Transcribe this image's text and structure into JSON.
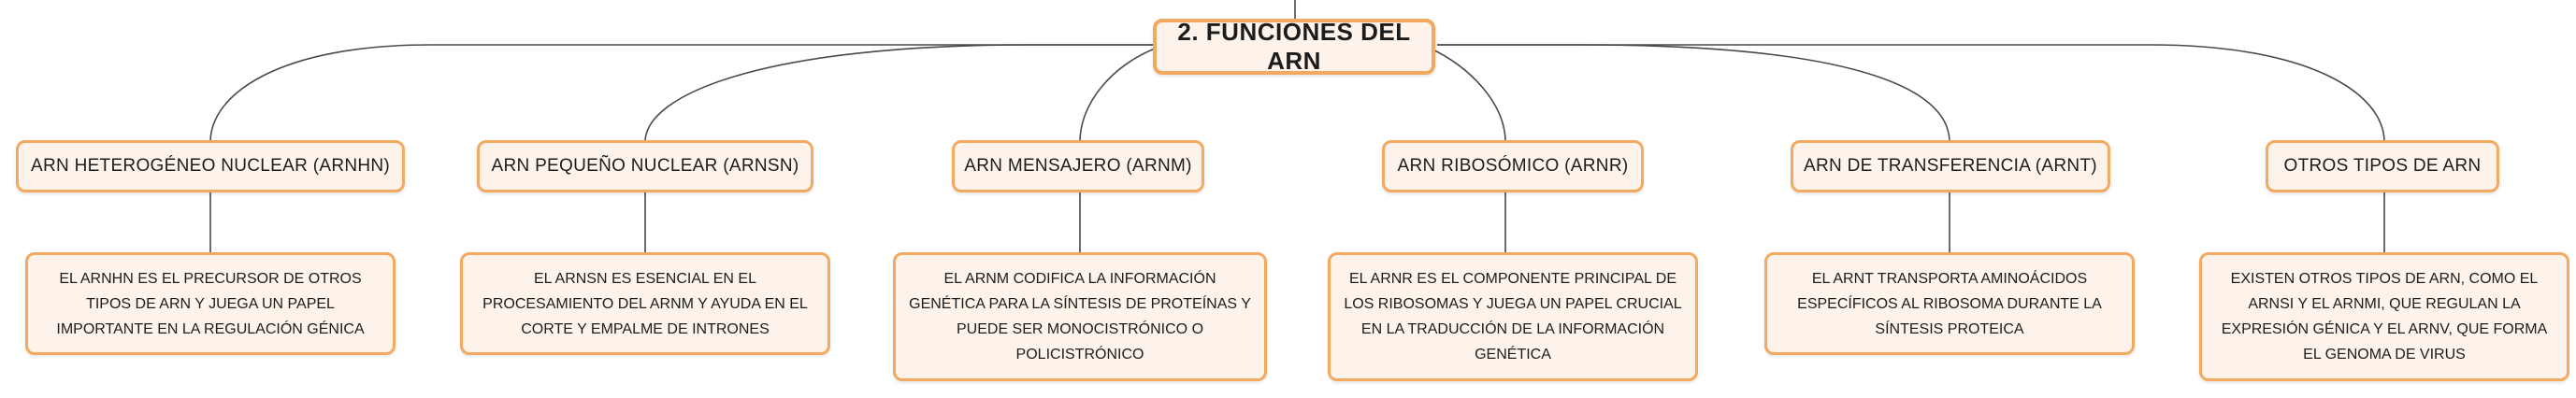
{
  "root": {
    "label": "2. FUNCIONES DEL ARN"
  },
  "children": [
    {
      "title": "ARN HETEROGÉNEO NUCLEAR (ARNHN)",
      "description": "EL ARNHN ES EL PRECURSOR DE OTROS TIPOS DE ARN Y JUEGA UN PAPEL IMPORTANTE EN LA REGULACIÓN GÉNICA"
    },
    {
      "title": "ARN PEQUEÑO NUCLEAR (ARNSN)",
      "description": "EL ARNSN ES ESENCIAL EN EL PROCESAMIENTO DEL ARNM Y AYUDA EN EL CORTE Y EMPALME DE INTRONES"
    },
    {
      "title": "ARN MENSAJERO (ARNM)",
      "description": "EL ARNM CODIFICA LA INFORMACIÓN GENÉTICA PARA LA SÍNTESIS DE PROTEÍNAS Y PUEDE SER MONOCISTRÓNICO O POLICISTRÓNICO"
    },
    {
      "title": "ARN RIBOSÓMICO (ARNR)",
      "description": "EL ARNR ES EL COMPONENTE PRINCIPAL DE LOS RIBOSOMAS Y JUEGA UN PAPEL CRUCIAL EN LA TRADUCCIÓN DE LA INFORMACIÓN GENÉTICA"
    },
    {
      "title": "ARN DE TRANSFERENCIA (ARNT)",
      "description": "EL ARNT TRANSPORTA AMINOÁCIDOS ESPECÍFICOS AL RIBOSOMA DURANTE LA SÍNTESIS PROTEICA"
    },
    {
      "title": "OTROS TIPOS DE ARN",
      "description": "EXISTEN OTROS TIPOS DE ARN, COMO EL ARNSI Y EL ARNMI, QUE REGULAN LA EXPRESIÓN GÉNICA Y EL ARNV, QUE FORMA EL GENOMA DE VIRUS"
    }
  ],
  "colors": {
    "border": "#f3a95f",
    "fill": "#fdf3ea",
    "line": "#4a4a4a"
  }
}
